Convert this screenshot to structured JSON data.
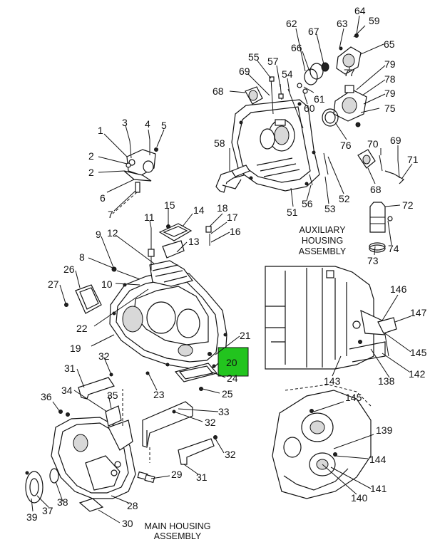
{
  "captions": {
    "aux_l1": "AUXILIARY",
    "aux_l2": "HOUSING",
    "aux_l3": "ASSEMBLY",
    "main_l1": "MAIN HOUSING",
    "main_l2": "ASSEMBLY"
  },
  "highlight": {
    "label": "20",
    "color": "#22c41e"
  },
  "callouts": {
    "c64": "64",
    "c59": "59",
    "c62": "62",
    "c67": "67",
    "c63": "63",
    "c66": "66",
    "c65": "65",
    "c55": "55",
    "c57": "57",
    "c69a": "69",
    "c54": "54",
    "c77": "77",
    "c79a": "79",
    "c78": "78",
    "c68a": "68",
    "c61": "61",
    "c60": "60",
    "c79b": "79",
    "c75": "75",
    "c3": "3",
    "c4": "4",
    "c5": "5",
    "c1": "1",
    "c2a": "2",
    "c2b": "2",
    "c6": "6",
    "c7": "7",
    "c58": "58",
    "c76": "76",
    "c70": "70",
    "c69b": "69",
    "c71": "71",
    "c56": "56",
    "c51": "51",
    "c53": "53",
    "c52": "52",
    "c68b": "68",
    "c72": "72",
    "c74": "74",
    "c73": "73",
    "c15": "15",
    "c14": "14",
    "c18": "18",
    "c17": "17",
    "c16": "16",
    "c11": "11",
    "c9": "9",
    "c12": "12",
    "c13": "13",
    "c8": "8",
    "c26": "26",
    "c27": "27",
    "c10": "10",
    "c22": "22",
    "c19": "19",
    "c21": "21",
    "c24": "24",
    "c32a": "32",
    "c31a": "31",
    "c23": "23",
    "c25": "25",
    "c34": "34",
    "c36": "36",
    "c35": "35",
    "c33": "33",
    "c32b": "32",
    "c32c": "32",
    "c29": "29",
    "c31b": "31",
    "c39": "39",
    "c37": "37",
    "c38": "38",
    "c28": "28",
    "c30": "30",
    "c146": "146",
    "c147": "147",
    "c145a": "145",
    "c142": "142",
    "c143": "143",
    "c138": "138",
    "c145b": "145",
    "c139": "139",
    "c144": "144",
    "c141": "141",
    "c140": "140"
  }
}
